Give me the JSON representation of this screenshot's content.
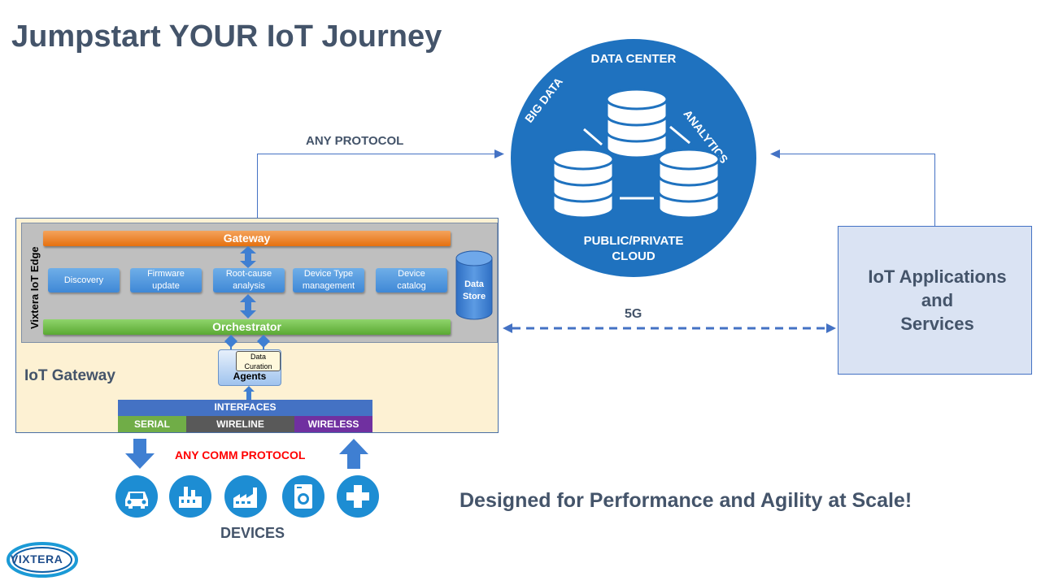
{
  "title": "Jumpstart YOUR IoT Journey",
  "cloud": {
    "top": "DATA CENTER",
    "left": "BIG DATA",
    "right": "ANALYTICS",
    "bottom_line1": "PUBLIC/PRIVATE",
    "bottom_line2": "CLOUD"
  },
  "any_protocol": "ANY PROTOCOL",
  "link_5g": "5G",
  "apps": {
    "line1": "IoT Applications",
    "line2": "and",
    "line3": "Services"
  },
  "edge": {
    "label": "Vixtera IoT Edge",
    "gateway_bar": "Gateway",
    "orchestrator_bar": "Orchestrator",
    "modules": [
      {
        "line1": "Discovery",
        "line2": ""
      },
      {
        "line1": "Firmware",
        "line2": "update"
      },
      {
        "line1": "Root-cause",
        "line2": "analysis"
      },
      {
        "line1": "Device Type",
        "line2": "management"
      },
      {
        "line1": "Device",
        "line2": "catalog"
      }
    ],
    "data_store_line1": "Data",
    "data_store_line2": "Store"
  },
  "agents": {
    "label": "Agents",
    "curation_line1": "Data",
    "curation_line2": "Curation"
  },
  "gateway_label": "IoT Gateway",
  "interfaces": {
    "title": "INTERFACES",
    "serial": "SERIAL",
    "wireline": "WIRELINE",
    "wireless": "WIRELESS"
  },
  "comm_protocol": "ANY COMM PROTOCOL",
  "devices_label": "DEVICES",
  "device_icons": [
    "car-icon",
    "factory-icon",
    "industrial-plant-icon",
    "washing-machine-icon",
    "medical-cross-icon"
  ],
  "tagline": "Designed for Performance and Agility at Scale!",
  "logo_text": "VIXTERA",
  "colors": {
    "title": "#44546a",
    "cloud": "#1f72bf",
    "gateway_bar": "#e5700f",
    "orchestrator_bar": "#5aa932",
    "serial": "#70ad47",
    "wireline": "#595959",
    "wireless": "#7030a0",
    "interfaces": "#4472c4",
    "comm_protocol": "#ff0000",
    "device_icons": "#1d8dd3"
  }
}
